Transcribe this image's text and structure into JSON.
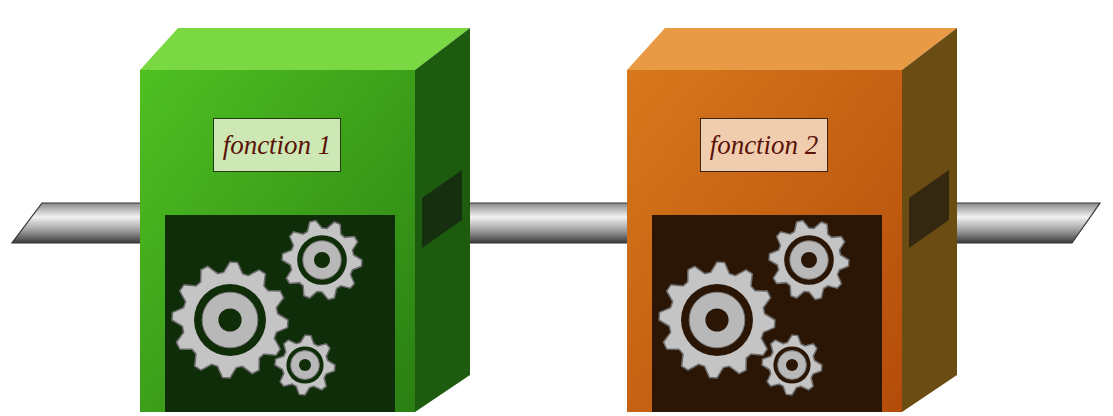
{
  "diagram": {
    "nodes": [
      {
        "text": [
          "fonction 1"
        ]
      },
      {
        "text": [
          "fonction 2"
        ]
      }
    ],
    "edges": [
      {
        "from": 0,
        "to": 1,
        "arrow": "none"
      }
    ]
  }
}
